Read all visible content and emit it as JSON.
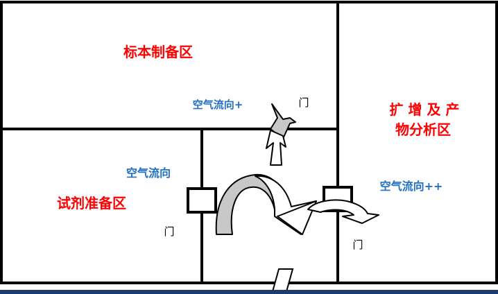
{
  "rooms": {
    "specimen_prep": "标本制备区",
    "amplification_line1": "扩 增 及 产",
    "amplification_line2": "物分析区",
    "reagent_prep": "试剂准备区"
  },
  "airflow": {
    "specimen": "空气流向+",
    "reagent": "空气流向",
    "amplification": "空气流向++"
  },
  "doors": {
    "top": "门",
    "left": "门",
    "right": "门"
  },
  "colors": {
    "room_label": "#ff0000",
    "air_label": "#1f6fc6",
    "wall": "#000000",
    "arrow_fill": "#c8c8c8",
    "bottom_bar": "#1f3a6b"
  }
}
